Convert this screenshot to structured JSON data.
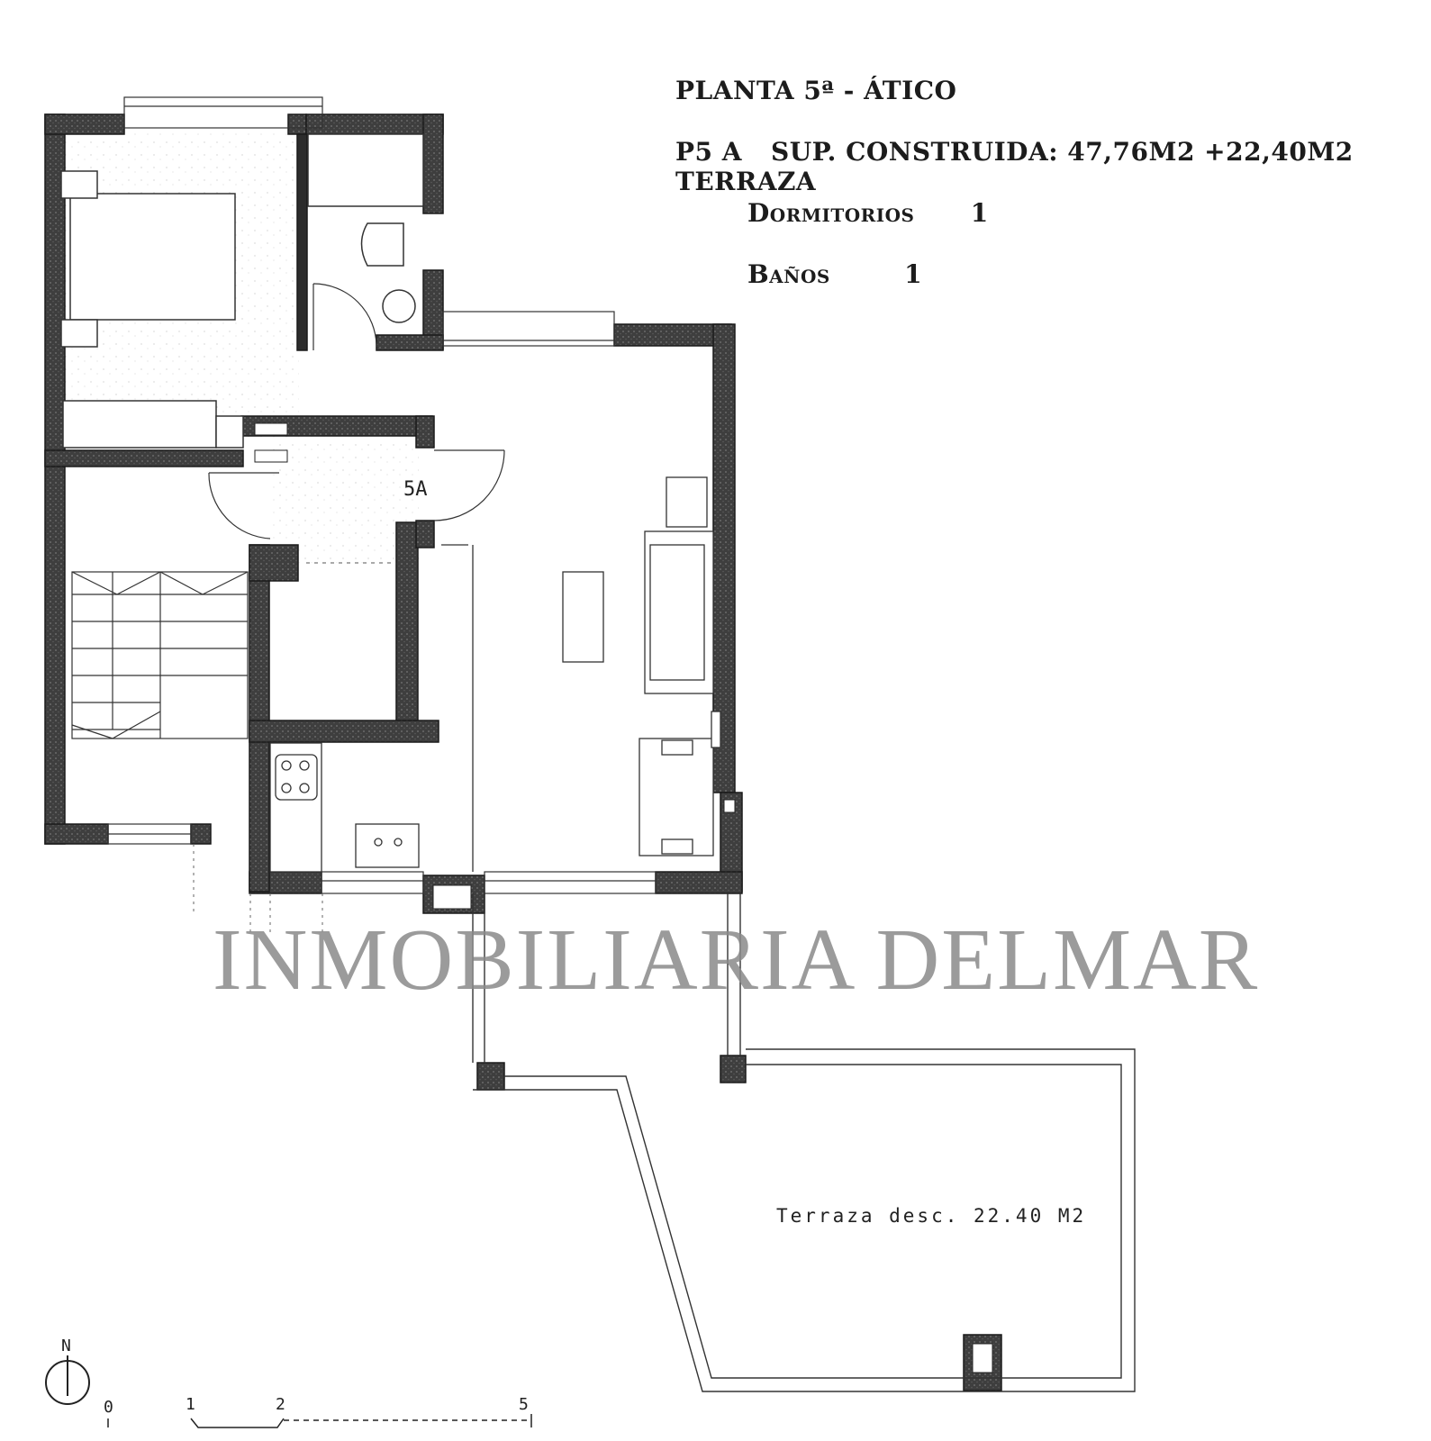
{
  "header": {
    "floor_title": "PLANTA 5ª - ÁTICO",
    "unit_code": "P5 A",
    "surface": "SUP. CONSTRUIDA: 47,76M2 +22,40M2 TERRAZA",
    "bedrooms_label": "Dormitorios",
    "bedrooms_value": "1",
    "bathrooms_label": "Baños",
    "bathrooms_value": "1"
  },
  "plan": {
    "unit_label": "5A",
    "terrace_label": "Terraza desc. 22.40 M2",
    "north_label": "N",
    "scale_ticks": [
      "0",
      "1",
      "2",
      "5"
    ]
  },
  "watermark": "INMOBILIARIA DELMAR",
  "colors": {
    "wall_fill": "#4a4a4a",
    "line": "#222222",
    "watermark": "#8a8a8a"
  }
}
